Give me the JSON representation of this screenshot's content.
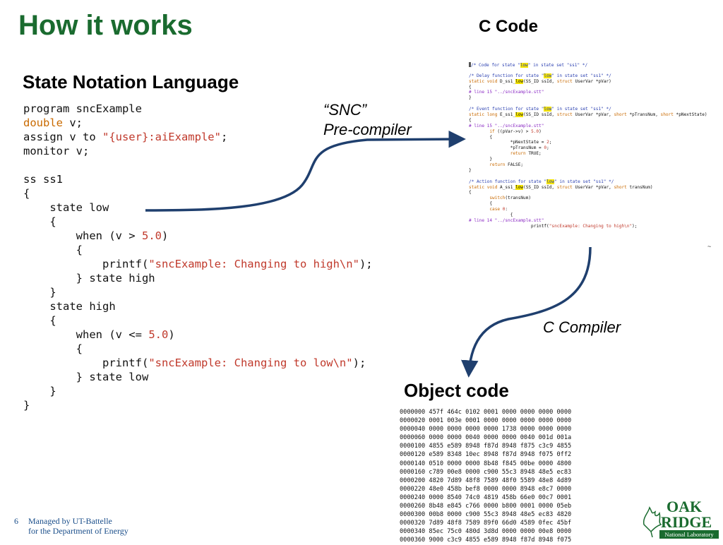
{
  "slide": {
    "title": "How it works",
    "page_number": "6",
    "footer_line1": "Managed by UT-Battelle",
    "footer_line2": "for the Department of Energy"
  },
  "labels": {
    "snl_heading": "State Notation Language",
    "c_code_heading": "C Code",
    "object_code_heading": "Object code",
    "precompiler_line1": "“SNC”",
    "precompiler_line2": "Pre-compiler",
    "c_compiler": "C Compiler"
  },
  "snl_lines": [
    "program sncExample",
    "double v;",
    "assign v to \"{user}:aiExample\";",
    "monitor v;",
    "",
    "ss ss1",
    "{",
    "    state low",
    "    {",
    "        when (v > 5.0)",
    "        {",
    "            printf(\"sncExample: Changing to high\\n\");",
    "        } state high",
    "    }",
    "    state high",
    "    {",
    "        when (v <= 5.0)",
    "        {",
    "            printf(\"sncExample: Changing to low\\n\");",
    "        } state low",
    "    }",
    "}"
  ],
  "c_code_lines": [
    "/* Code for state \"low\" in state set \"ss1\" */",
    "",
    "/* Delay function for state \"low\" in state set \"ss1\" */",
    "static void D_ss1_low(SS_ID ssId, struct UserVar *pVar)",
    "{",
    "# line 15 \"../sncExample.stt\"",
    "}",
    "",
    "/* Event function for state \"low\" in state set \"ss1\" */",
    "static long E_ss1_low(SS_ID ssId, struct UserVar *pVar, short *pTransNum, short *pNextState)",
    "{",
    "# line 15 \"../sncExample.stt\"",
    "        if ((pVar->v) > 5.0)",
    "        {",
    "                *pNextState = 2;",
    "                *pTransNum = 0;",
    "                return TRUE;",
    "        }",
    "        return FALSE;",
    "}",
    "",
    "/* Action function for state \"low\" in state set \"ss1\" */",
    "static void A_ss1_low(SS_ID ssId, struct UserVar *pVar, short transNum)",
    "{",
    "        switch(transNum)",
    "        {",
    "        case 0:",
    "                {",
    "# line 14 \"../sncExample.stt\"",
    "                        printf(\"sncExample: Changing to high\\n\");"
  ],
  "c_code_trailing": "~",
  "object_code_lines": [
    "0000000 457f 464c 0102 0001 0000 0000 0000 0000",
    "0000020 0001 003e 0001 0000 0000 0000 0000 0000",
    "0000040 0000 0000 0000 0000 1738 0000 0000 0000",
    "0000060 0000 0000 0040 0000 0000 0040 001d 001a",
    "0000100 4855 e589 8948 f87d 8948 f875 c3c9 4855",
    "0000120 e589 8348 10ec 8948 f87d 8948 f075 0ff2",
    "0000140 0510 0000 0000 8b48 f845 00be 0000 4800",
    "0000160 c789 00e8 0000 c900 55c3 8948 48e5 ec83",
    "0000200 4820 7d89 48f8 7589 48f0 5589 48e8 4d89",
    "0000220 48e0 458b bef8 0000 0000 8948 e8c7 0000",
    "0000240 0000 8540 74c0 4819 458b 66e0 00c7 0001",
    "0000260 8b48 e845 c766 0000 b800 0001 0000 05eb",
    "0000300 00b8 0000 c900 55c3 8948 48e5 ec83 4820",
    "0000320 7d89 48f8 7589 89f0 66d0 4589 0fec 45bf",
    "0000340 85ec 75c0 480d 3d8d 0000 0000 00e8 0000",
    "0000360 9000 c3c9 4855 e589 8948 f87d 8948 f075"
  ],
  "logo": {
    "word1": "OAK",
    "word2": "RIDGE",
    "subtitle": "National Laboratory"
  },
  "colors": {
    "title_green": "#1a6b2f",
    "arrow_navy": "#1f3f6e",
    "keyword_orange": "#c96a00",
    "string_red": "#c0392b",
    "comment_blue": "#2a3fb0",
    "highlight_yellow": "#f5e400",
    "footer_blue": "#1a4e8a"
  }
}
